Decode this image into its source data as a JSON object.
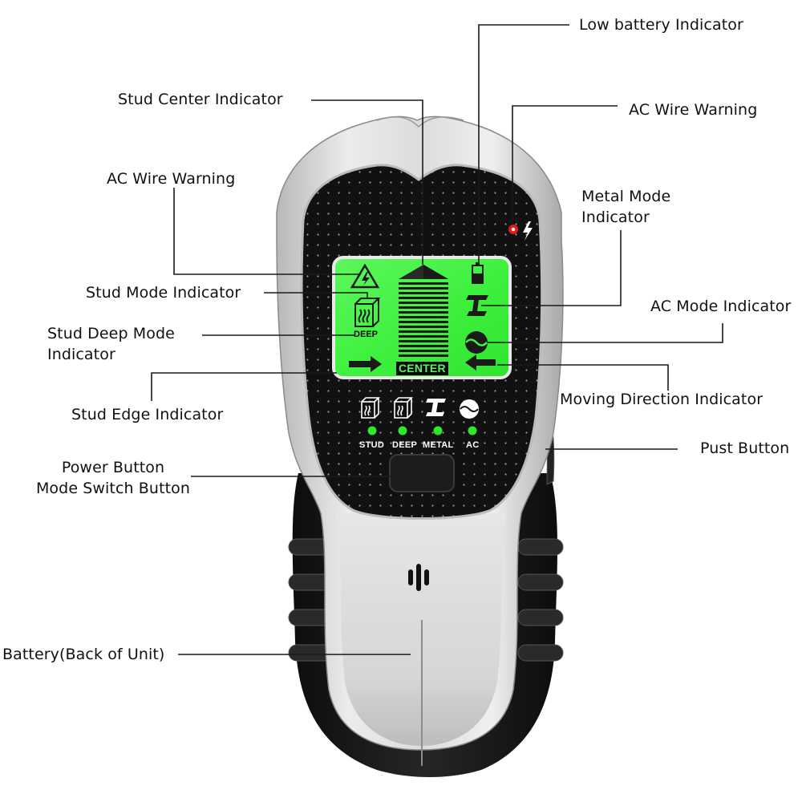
{
  "diagram": {
    "subject": "Stud finder / wall scanner",
    "callouts": {
      "low_battery": "Low battery Indicator",
      "stud_center": "Stud Center Indicator",
      "ac_wire_warning_right": "AC Wire Warning",
      "ac_wire_warning_left": "AC Wire Warning",
      "metal_mode_line1": "Metal Mode",
      "metal_mode_line2": "Indicator",
      "stud_mode": "Stud Mode Indicator",
      "ac_mode": "AC Mode Indicator",
      "stud_deep_line1": "Stud Deep Mode",
      "stud_deep_line2": "Indicator",
      "moving_direction": "Moving Direction Indicator",
      "stud_edge": "Stud Edge Indicator",
      "push_button": "Pust Button",
      "power_line1": "Power Button",
      "power_line2": "Mode Switch Button",
      "battery": "Battery(Back of Unit)"
    },
    "lcd": {
      "center_label": "CENTER",
      "deep_label": "DEEP",
      "background_color": "#3ff23f",
      "icons": [
        "ac-warning-triangle-icon",
        "stud-box-icon",
        "low-battery-icon",
        "i-beam-metal-icon",
        "ac-wave-circle-icon",
        "arrow-right-icon",
        "arrow-left-icon",
        "center-bar-graph"
      ]
    },
    "mode_indicators": [
      {
        "label": "STUD",
        "icon": "stud-box-icon",
        "led_color": "#2ee82e"
      },
      {
        "label": "DEEP",
        "icon": "stud-box-icon",
        "led_color": "#2ee82e"
      },
      {
        "label": "METAL",
        "icon": "i-beam-metal-icon",
        "led_color": "#2ee82e"
      },
      {
        "label": "AC",
        "icon": "ac-wave-circle-icon",
        "led_color": "#2ee82e"
      }
    ],
    "status_icons": {
      "power_led_color": "#e01b1b",
      "ac_bolt": "lightning-bolt-icon"
    },
    "colors": {
      "body_silver": "#d9d9d9",
      "face_black": "#111111",
      "grip_black": "#1a1a1a",
      "lcd_green": "#3ff23f"
    }
  }
}
